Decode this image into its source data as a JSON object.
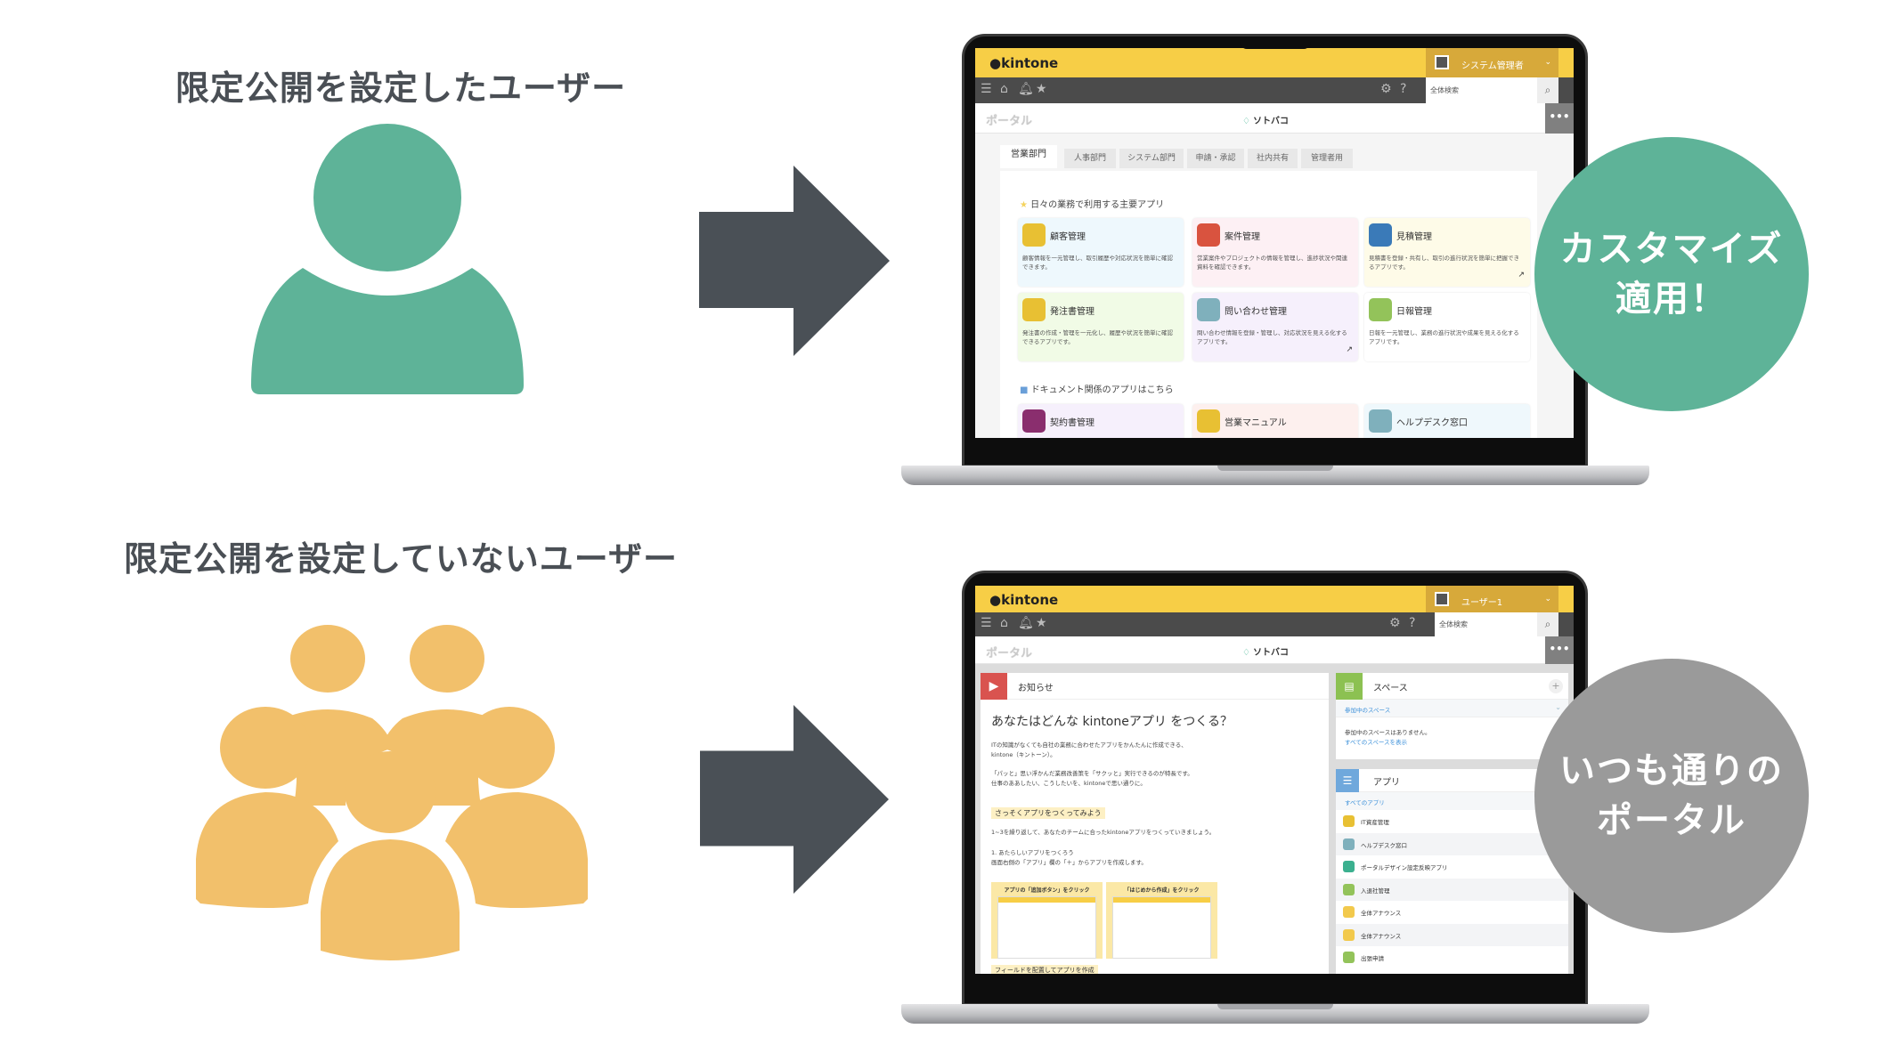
{
  "top": {
    "heading": "限定公開を設定したユーザー",
    "badge": "カスタマイズ\n適用！",
    "badge_color": "#5eb398",
    "icon": "single-user-icon",
    "icon_color": "#5eb398",
    "screen": {
      "brand": "kintone",
      "user_name": "システム管理者",
      "search_placeholder": "全体検索",
      "page_title": "ポータル",
      "company_logo": "ソトバコ",
      "more_label": "•••",
      "tabs": [
        "営業部門",
        "人事部門",
        "システム部門",
        "申請・承認",
        "社内共有",
        "管理者用"
      ],
      "active_tab": "営業部門",
      "section1_title": "日々の業務で利用する主要アプリ",
      "section2_title": "ドキュメント関係のアプリはこちら",
      "apps": [
        {
          "name": "顧客管理",
          "desc": "顧客情報を一元管理し、取引履歴や対応状況を簡単に確認できます。",
          "bg": "#eef8fd",
          "icon_color": "#e8c033",
          "external": false
        },
        {
          "name": "案件管理",
          "desc": "営業案件やプロジェクトの情報を管理し、進捗状況や関連資料を確認できます。",
          "bg": "#fdf0f4",
          "icon_color": "#d9533f",
          "external": false
        },
        {
          "name": "見積管理",
          "desc": "見積書を登録・共有し、取引の進行状況を簡単に把握できるアプリです。",
          "bg": "#fefbe8",
          "icon_color": "#3a7ab8",
          "external": true
        },
        {
          "name": "発注書管理",
          "desc": "発注書の作成・管理を一元化し、履歴や状況を簡単に確認できるアプリです。",
          "bg": "#f1fbe6",
          "icon_color": "#e8c033",
          "external": false
        },
        {
          "name": "問い合わせ管理",
          "desc": "問い合わせ情報を登録・管理し、対応状況を見える化するアプリです。",
          "bg": "#f6f0fc",
          "icon_color": "#7fb0bc",
          "external": true
        },
        {
          "name": "日報管理",
          "desc": "日報を一元管理し、業務の進行状況や成果を見える化するアプリです。",
          "bg": "#ffffff",
          "icon_color": "#93c35a",
          "external": false
        }
      ],
      "doc_apps": [
        {
          "name": "契約書管理",
          "bg": "#f6f0fc",
          "icon_color": "#8a2e6e"
        },
        {
          "name": "営業マニュアル",
          "bg": "#fdf0ee",
          "icon_color": "#e8c033"
        },
        {
          "name": "ヘルプデスク窓口",
          "bg": "#eff8fc",
          "icon_color": "#7fb0bc"
        }
      ]
    }
  },
  "bottom": {
    "heading": "限定公開を設定していないユーザー",
    "badge": "いつも通りの\nポータル",
    "badge_color": "#9a9a9a",
    "icon": "user-group-icon",
    "icon_color": "#f2c06b",
    "screen": {
      "brand": "kintone",
      "user_name": "ユーザー1",
      "search_placeholder": "全体検索",
      "page_title": "ポータル",
      "company_logo": "ソトバコ",
      "more_label": "•••",
      "notice": {
        "header": "お知らせ",
        "title": "あなたはどんな kintoneアプリ をつくる？",
        "p1": "ITの知識がなくても自社の業務に合わせたアプリをかんたんに作成できる、\nkintone（キントーン）。",
        "p2": "「パッと」思い浮かんだ業務改善策を「サクッと」実行できるのが特長です。\n仕事のああしたい、こうしたいを、kintoneで思い通りに。",
        "highlight": "さっそくアプリをつくってみよう",
        "p3": "1~3を繰り返して、あなたのチームに合ったkintoneアプリをつくっていきましょう。",
        "p4": "1. あたらしいアプリをつくろう\n画面右側の「アプリ」欄の「＋」からアプリを作成します。",
        "shot1": "アプリの「追加ボタン」をクリック",
        "shot2": "「はじめから作成」をクリック",
        "next_highlight": "フィールドを配置してアプリを作成"
      },
      "space": {
        "header": "スペース",
        "add_label": "+",
        "joined_label": "参加中のスペース",
        "empty_message": "参加中のスペースはありません。",
        "show_all_link": "すべてのスペースを表示"
      },
      "apps": {
        "header": "アプリ",
        "all_link": "すべてのアプリ",
        "items": [
          {
            "name": "IT資産管理",
            "icon_color": "#e8c033"
          },
          {
            "name": "ヘルプデスク窓口",
            "icon_color": "#7fb0bc"
          },
          {
            "name": "ポータルデザイン設定反映アプリ",
            "icon_color": "#3bb08f"
          },
          {
            "name": "入退社管理",
            "icon_color": "#93c35a"
          },
          {
            "name": "全体アナウンス",
            "icon_color": "#f2c94c"
          },
          {
            "name": "全体アナウンス",
            "icon_color": "#f2c94c"
          },
          {
            "name": "出張申請",
            "icon_color": "#93c35a"
          }
        ]
      }
    }
  },
  "colors": {
    "arrow": "#4a5056",
    "kintone_yellow": "#f7ce46",
    "toolbar": "#4b4b4b"
  }
}
